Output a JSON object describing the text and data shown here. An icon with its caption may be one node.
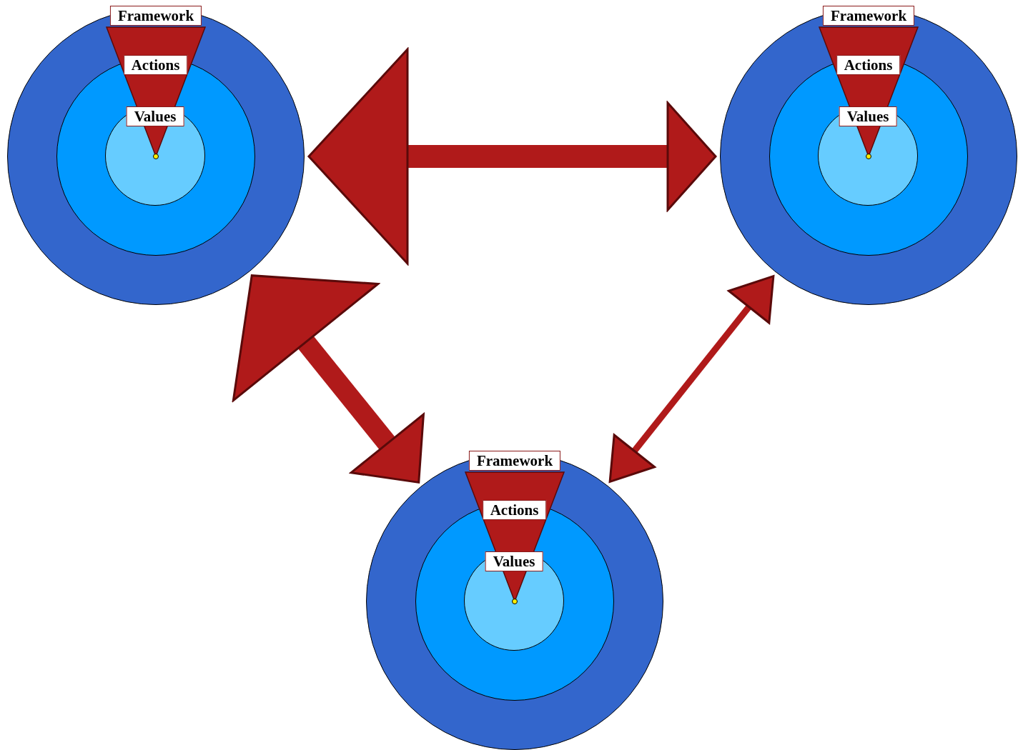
{
  "diagram": {
    "nodes": [
      {
        "text": [
          "Framework"
        ]
      },
      {
        "text": [
          "Actions"
        ],
        "in": 0
      },
      {
        "text": [
          "Values"
        ],
        "in": 1
      },
      {
        "text": [
          "Framework"
        ]
      },
      {
        "text": [
          "Actions"
        ],
        "in": 3
      },
      {
        "text": [
          "Values"
        ],
        "in": 4
      },
      {
        "text": [
          "Framework"
        ]
      },
      {
        "text": [
          "Actions"
        ],
        "in": 6
      },
      {
        "text": [
          "Values"
        ],
        "in": 7
      }
    ],
    "edges": [
      {
        "from": 0,
        "to": 3,
        "arrow": "both"
      },
      {
        "from": 0,
        "to": 6,
        "arrow": "both"
      },
      {
        "from": 6,
        "to": 3,
        "arrow": "both"
      }
    ]
  }
}
